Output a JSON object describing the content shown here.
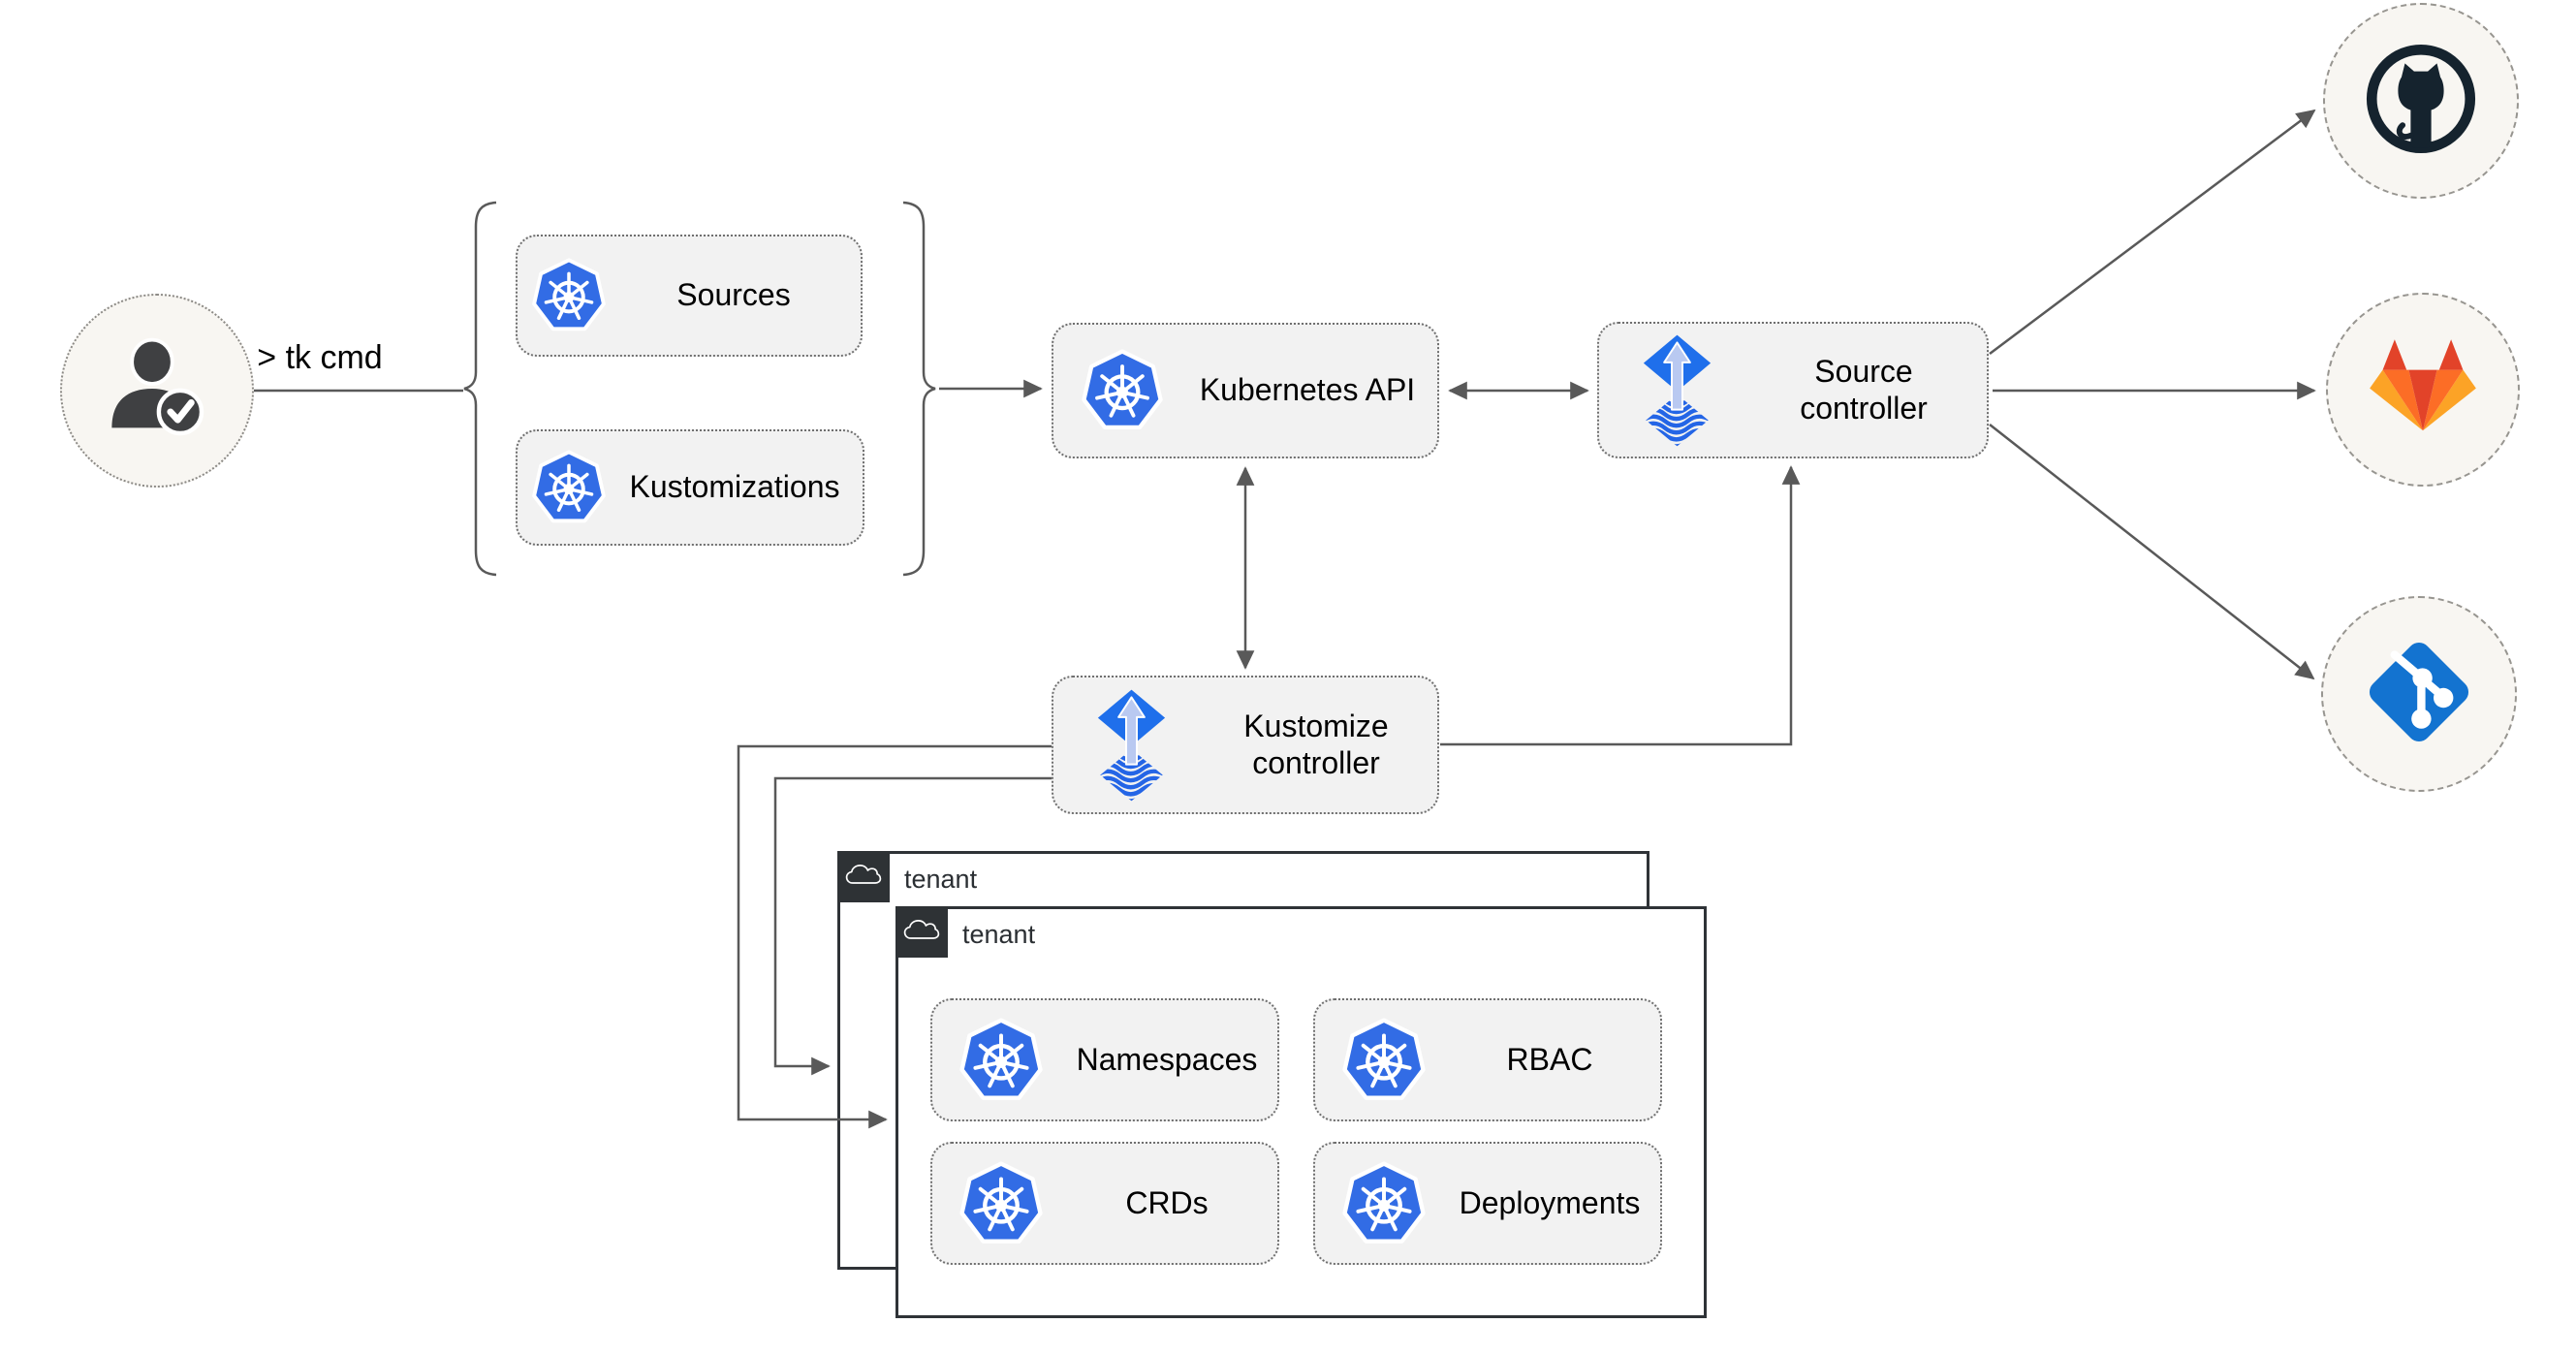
{
  "actor": {
    "icon": "user-check-icon",
    "command_label": "> tk cmd"
  },
  "crd_bracket": {
    "items": [
      {
        "icon": "kubernetes-icon",
        "label": "Sources"
      },
      {
        "icon": "kubernetes-icon",
        "label": "Kustomizations"
      }
    ]
  },
  "nodes": {
    "kubernetes_api": {
      "icon": "kubernetes-icon",
      "label": "Kubernetes API"
    },
    "source_controller": {
      "icon": "flux-icon",
      "label": "Source controller"
    },
    "kustomize_controller": {
      "icon": "flux-icon",
      "label": "Kustomize controller"
    }
  },
  "tenants": {
    "back": {
      "icon": "cloud-icon",
      "label": "tenant"
    },
    "front": {
      "icon": "cloud-icon",
      "label": "tenant"
    },
    "resources": [
      {
        "icon": "kubernetes-icon",
        "label": "Namespaces"
      },
      {
        "icon": "kubernetes-icon",
        "label": "RBAC"
      },
      {
        "icon": "kubernetes-icon",
        "label": "CRDs"
      },
      {
        "icon": "kubernetes-icon",
        "label": "Deployments"
      }
    ]
  },
  "remotes": [
    {
      "icon": "github-icon"
    },
    {
      "icon": "gitlab-icon"
    },
    {
      "icon": "git-icon"
    }
  ],
  "colors": {
    "kubernetes_blue": "#326ce5",
    "flux_blue": "#1f6feb",
    "flux_arrow_light": "#b9c9f1",
    "github_dark": "#15232e",
    "gitlab_red": "#e24329",
    "gitlab_orange": "#fc6d26",
    "gitlab_light_orange": "#fca326",
    "git_blue": "#1373d0",
    "line_gray": "#595959",
    "node_fill": "#f2f2f2",
    "circle_fill": "#f8f6f2",
    "tenant_tab": "#2e3235"
  }
}
